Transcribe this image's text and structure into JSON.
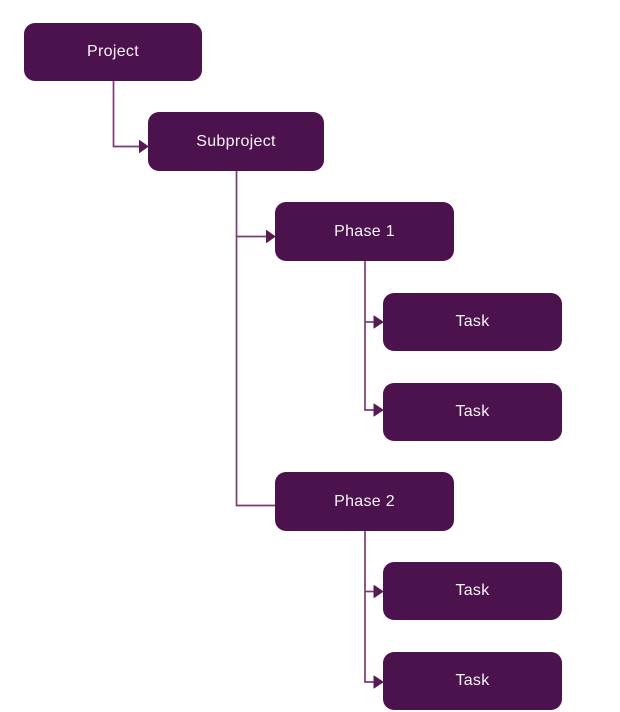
{
  "diagram": {
    "type": "tree",
    "nodes": [
      {
        "id": "project",
        "label": "Project",
        "level": 0,
        "parent": null
      },
      {
        "id": "subproject",
        "label": "Subproject",
        "level": 1,
        "parent": "project"
      },
      {
        "id": "phase-1",
        "label": "Phase 1",
        "level": 2,
        "parent": "subproject"
      },
      {
        "id": "task-1",
        "label": "Task",
        "level": 3,
        "parent": "phase-1"
      },
      {
        "id": "task-2",
        "label": "Task",
        "level": 3,
        "parent": "phase-1"
      },
      {
        "id": "phase-2",
        "label": "Phase 2",
        "level": 2,
        "parent": "subproject"
      },
      {
        "id": "task-3",
        "label": "Task",
        "level": 3,
        "parent": "phase-2"
      },
      {
        "id": "task-4",
        "label": "Task",
        "level": 3,
        "parent": "phase-2"
      }
    ],
    "edges": [
      {
        "from": "project",
        "to": "subproject",
        "arrowhead": true
      },
      {
        "from": "subproject",
        "to": "phase-1",
        "arrowhead": true
      },
      {
        "from": "phase-1",
        "to": "task-1",
        "arrowhead": true
      },
      {
        "from": "phase-1",
        "to": "task-2",
        "arrowhead": true
      },
      {
        "from": "subproject",
        "to": "phase-2",
        "arrowhead": false
      },
      {
        "from": "phase-2",
        "to": "task-3",
        "arrowhead": true
      },
      {
        "from": "phase-2",
        "to": "task-4",
        "arrowhead": true
      }
    ]
  },
  "colors": {
    "canvas_bg": "#ffffff",
    "node_fill": "#4B124E",
    "node_text": "#F8F5F8",
    "edge_stroke": "#7C3A74",
    "arrowhead_fill": "#561B52"
  }
}
